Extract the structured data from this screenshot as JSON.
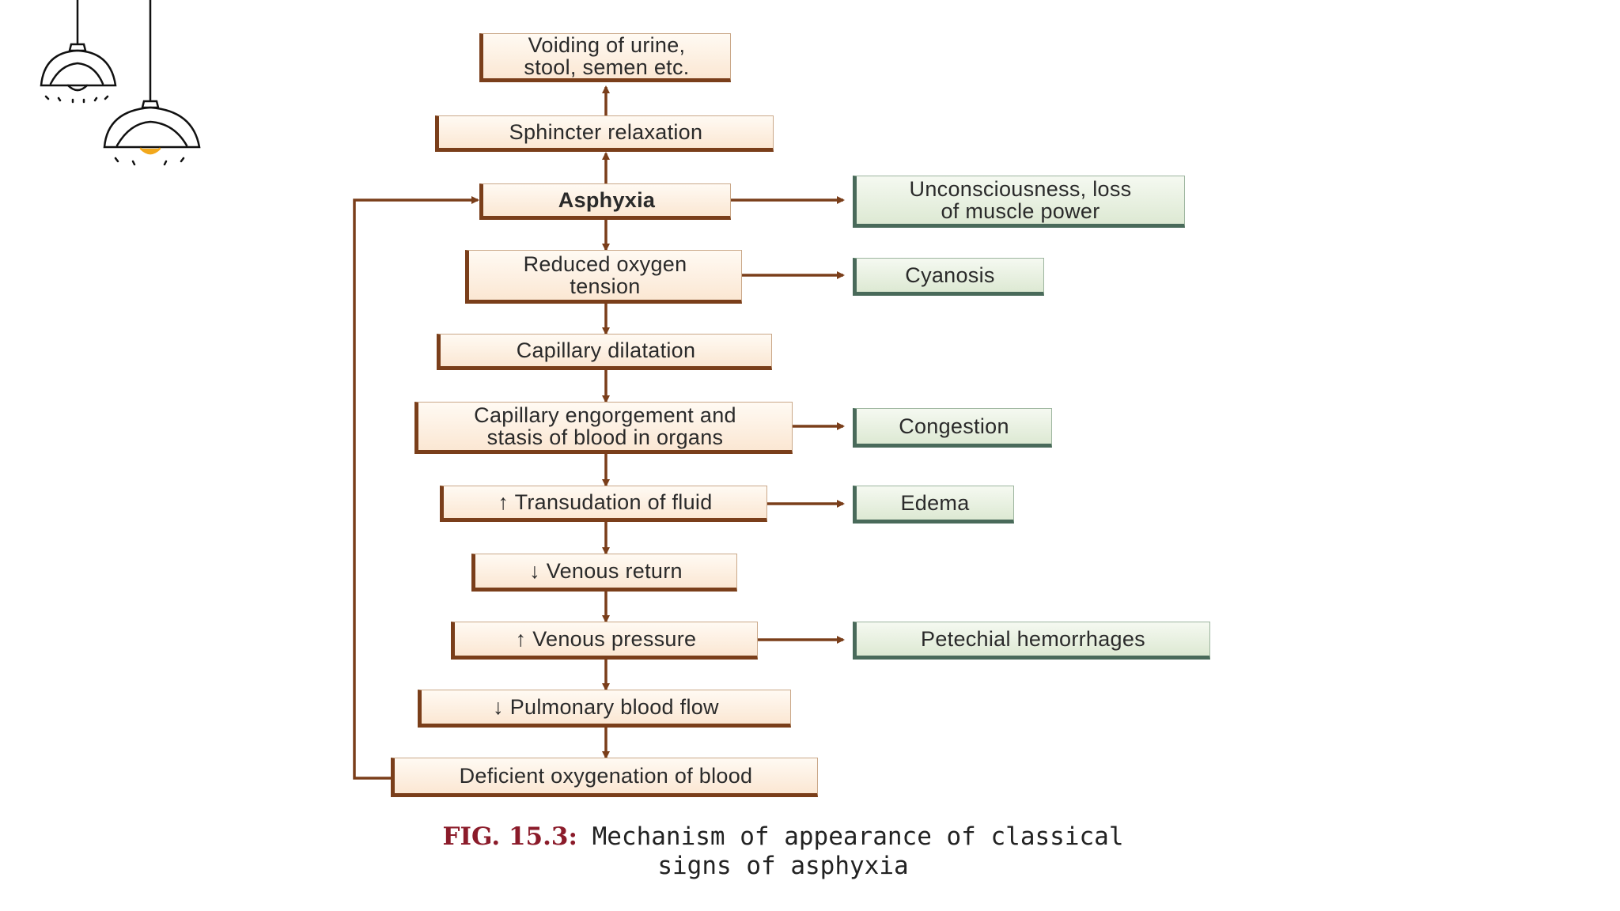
{
  "colors": {
    "arrow": "#7a3e1a",
    "cause_border": "#7a3e1a",
    "effect_border": "#496a5a",
    "caption_prefix": "#8b1b2a",
    "lamp_glow": "#f2a81c"
  },
  "decor": {
    "icon": "hanging-lamp-icon"
  },
  "nodes": {
    "voiding": "Voiding of urine,\nstool, semen etc.",
    "sphincter": "Sphincter relaxation",
    "asphyxia": "Asphyxia",
    "reduced_oxygen": "Reduced oxygen\ntension",
    "capillary_dilatation": "Capillary dilatation",
    "capillary_engorgement": "Capillary engorgement and\nstasis of blood in organs",
    "transudation": "↑ Transudation of fluid",
    "venous_return": "↓ Venous return",
    "venous_pressure": "↑ Venous pressure",
    "pulmonary_flow": "↓ Pulmonary blood flow",
    "deficient_oxygenation": "Deficient oxygenation of blood",
    "unconsciousness": "Unconsciousness, loss\nof muscle power",
    "cyanosis": "Cyanosis",
    "congestion": "Congestion",
    "edema": "Edema",
    "petechial": "Petechial hemorrhages"
  },
  "caption": {
    "prefix": "FIG. 15.3:",
    "line1": "Mechanism of appearance of classical",
    "line2": "signs of asphyxia"
  }
}
